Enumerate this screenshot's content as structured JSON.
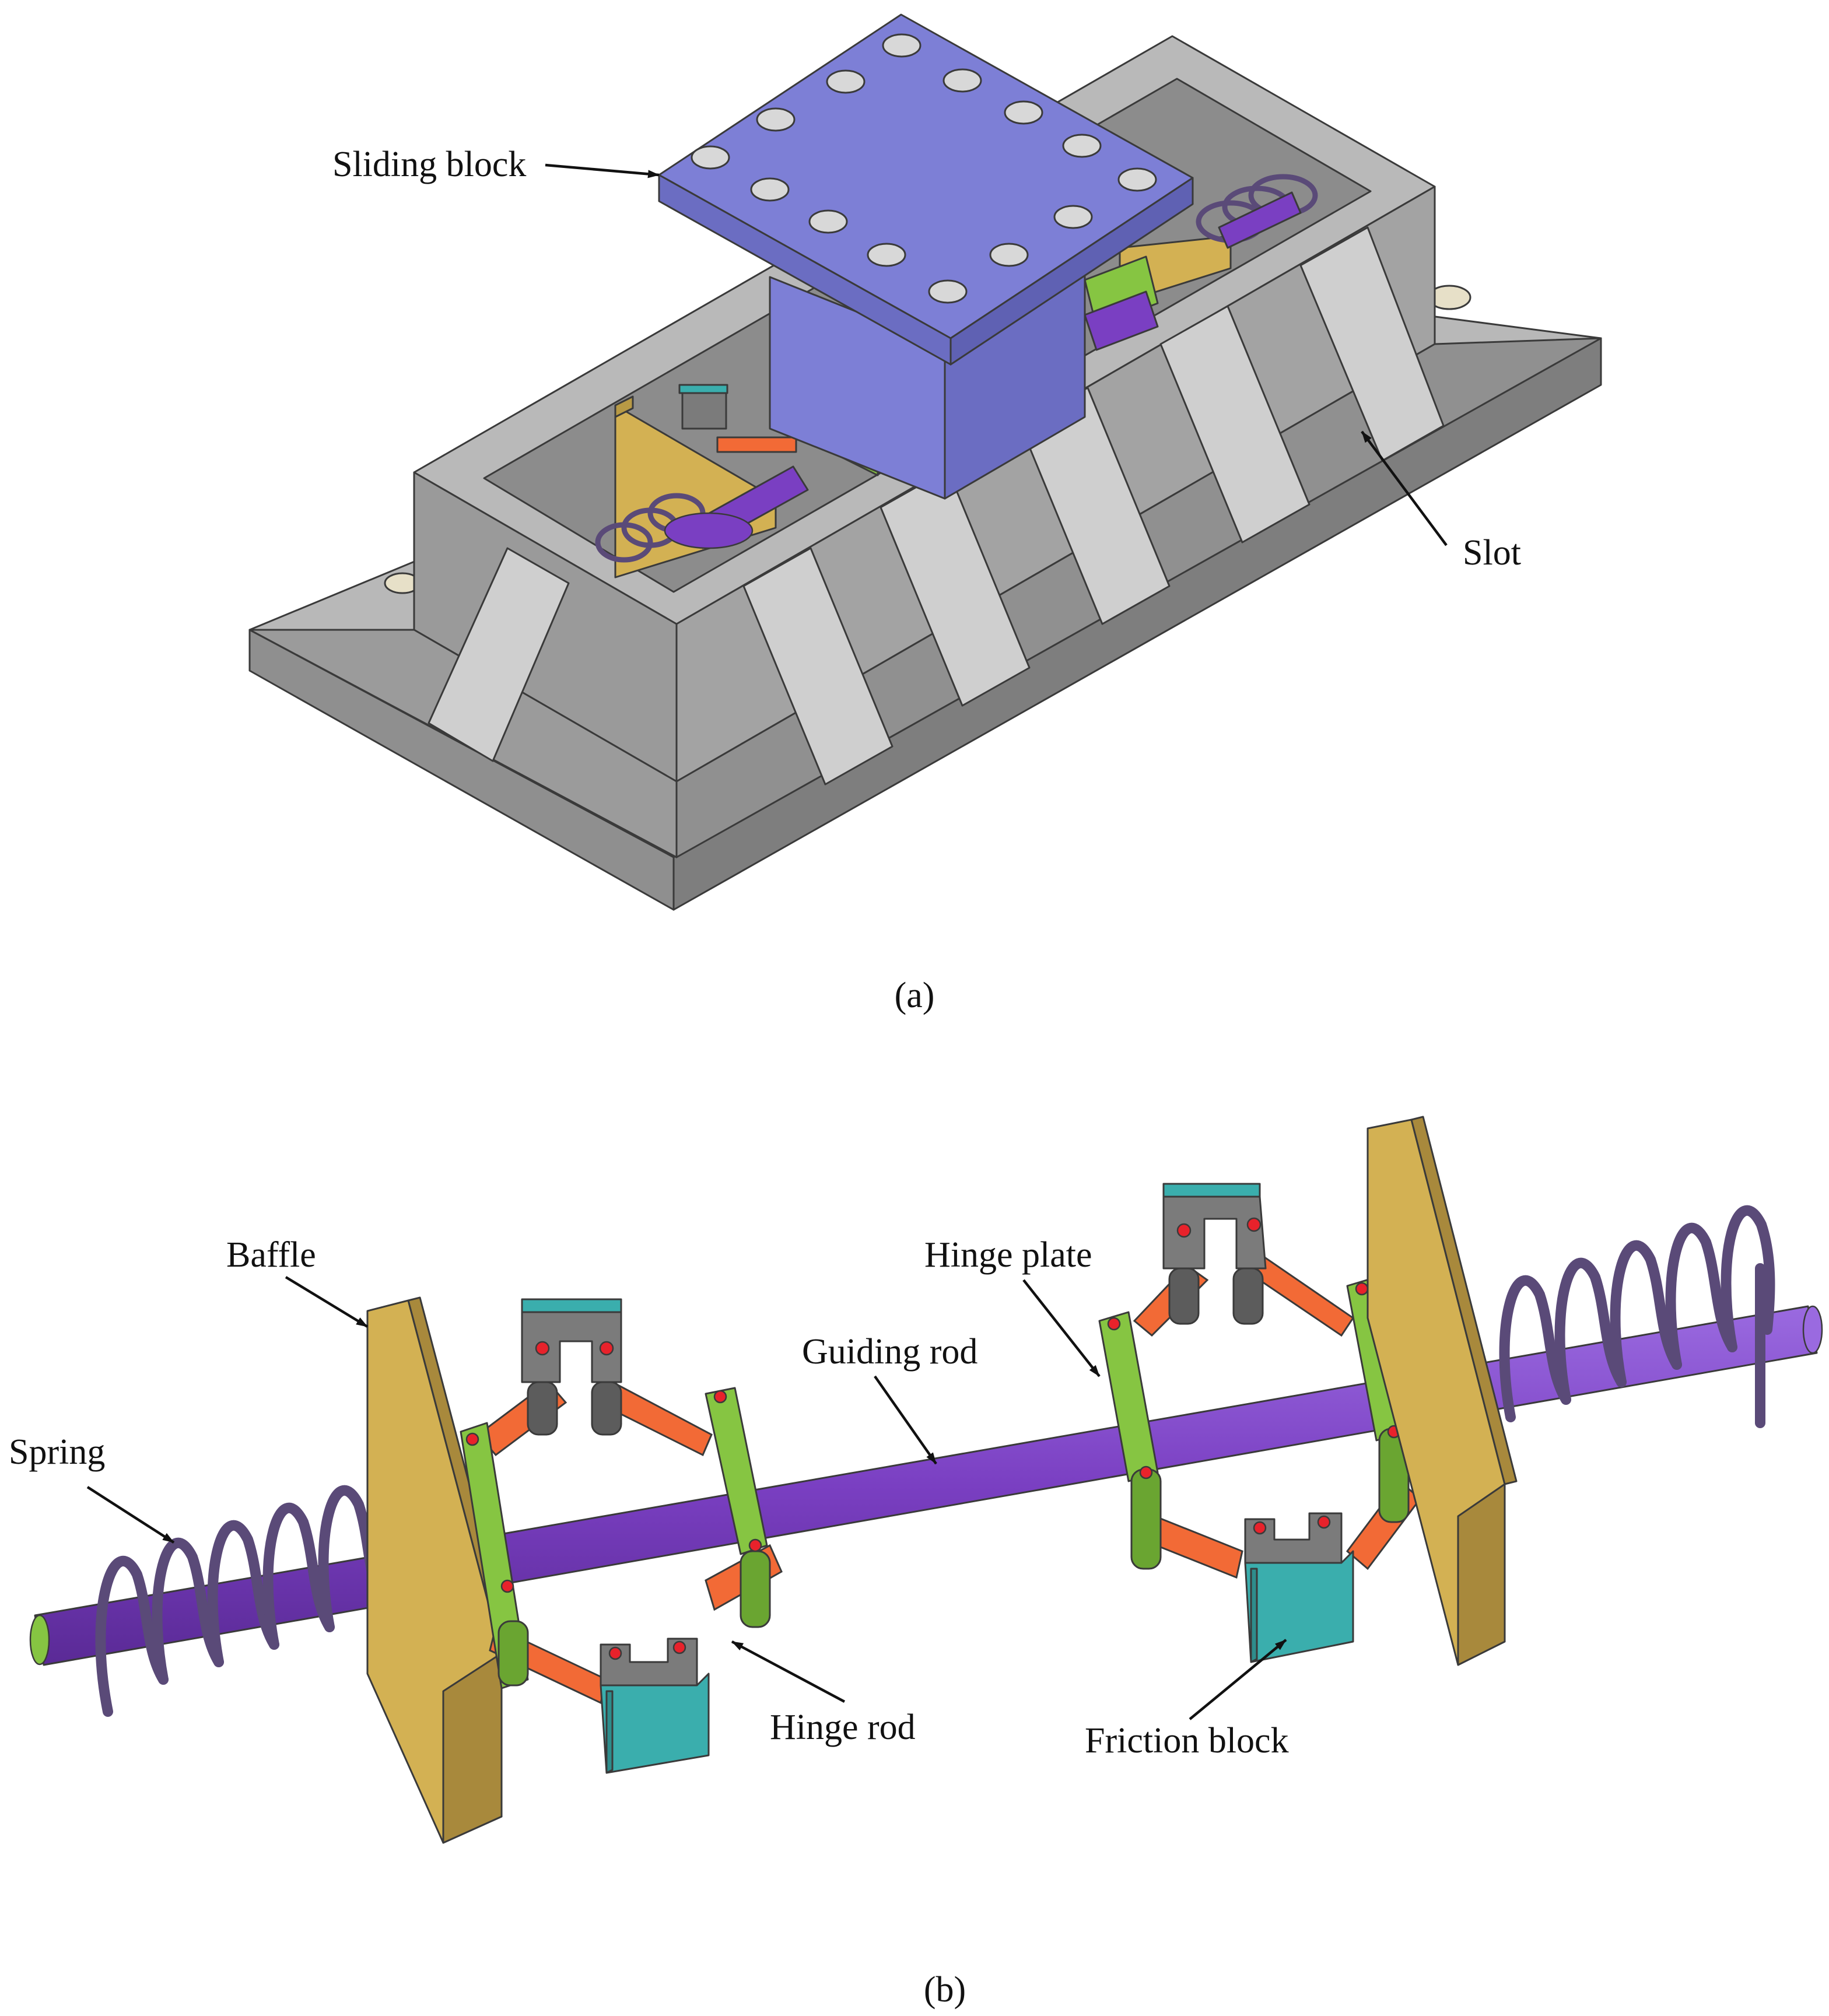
{
  "labels": {
    "sliding_block": "Sliding block",
    "slot": "Slot",
    "baffle": "Baffle",
    "spring": "Spring",
    "guiding_rod": "Guiding rod",
    "hinge_plate": "Hinge plate",
    "hinge_rod": "Hinge rod",
    "friction_block": "Friction block"
  },
  "captions": {
    "a": "(a)",
    "b": "(b)"
  },
  "colors": {
    "housing": "#a3a3a3",
    "slot_face": "#cfcfcf",
    "sliding_block": "#7d7fd6",
    "baffle": "#d3b153",
    "guiding_rod": "#7a3fc2",
    "spring": "#5a4a78",
    "hinge_plate": "#86c542",
    "hinge_rod": "#f26a36",
    "friction_block": "#3aaead",
    "friction_holder": "#7b7b7b",
    "pin": "#e8222b"
  }
}
